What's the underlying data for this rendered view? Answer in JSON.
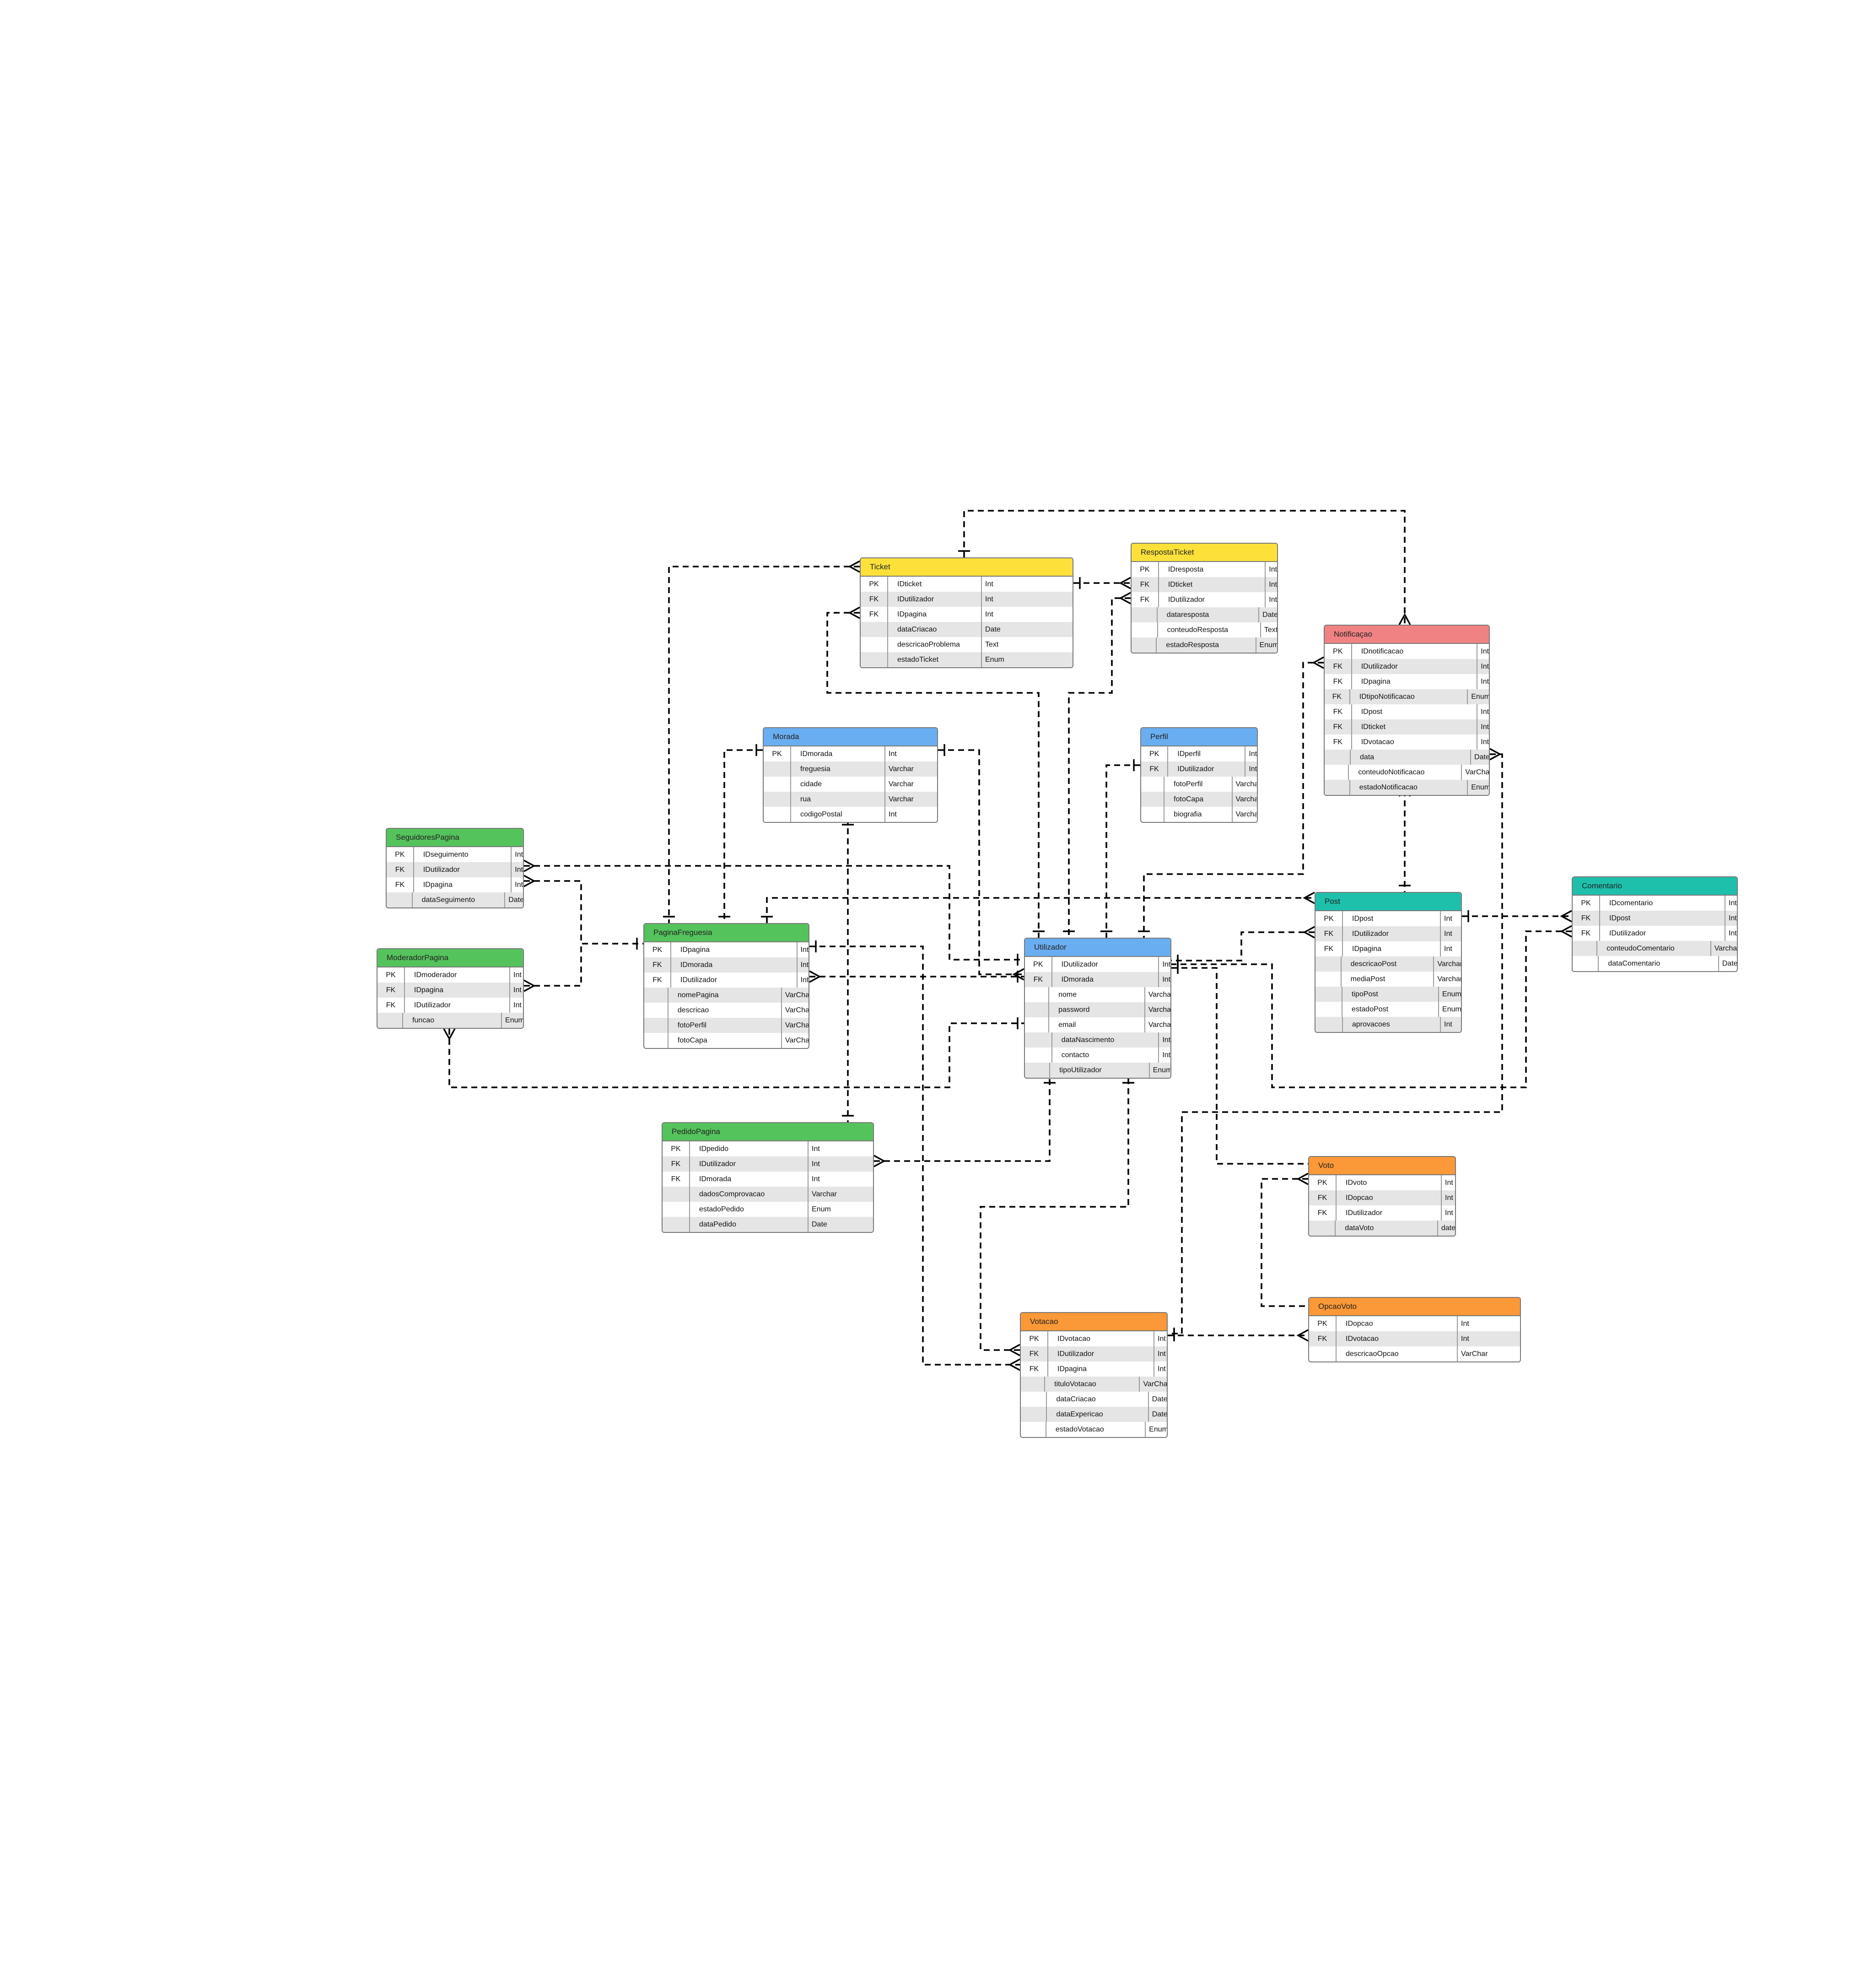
{
  "diagram": {
    "colors": {
      "yellow": "#fde13a",
      "blue": "#6aaef2",
      "green": "#55c35c",
      "red": "#f08283",
      "teal": "#1ec0ac",
      "orange": "#fb9837"
    },
    "entities": [
      {
        "id": "ticket",
        "name": "Ticket",
        "color": "yellow",
        "rows": [
          [
            "PK",
            "IDticket",
            "Int"
          ],
          [
            "FK",
            "IDutilizador",
            "Int"
          ],
          [
            "FK",
            "IDpagina",
            "Int"
          ],
          [
            "",
            "dataCriacao",
            "Date"
          ],
          [
            "",
            "descricaoProblema",
            "Text"
          ],
          [
            "",
            "estadoTicket",
            "Enum"
          ]
        ]
      },
      {
        "id": "respostaticket",
        "name": "RespostaTicket",
        "color": "yellow",
        "rows": [
          [
            "PK",
            "IDresposta",
            "Int"
          ],
          [
            "FK",
            "IDticket",
            "Int"
          ],
          [
            "FK",
            "IDutilizador",
            "Int"
          ],
          [
            "",
            "dataresposta",
            "Date"
          ],
          [
            "",
            "conteudoResposta",
            "Text"
          ],
          [
            "",
            "estadoResposta",
            "Enum"
          ]
        ]
      },
      {
        "id": "notificacao",
        "name": "Notificaçao",
        "color": "red",
        "rows": [
          [
            "PK",
            "IDnotificacao",
            "Int"
          ],
          [
            "FK",
            "IDutilizador",
            "Int"
          ],
          [
            "FK",
            "IDpagina",
            "Int"
          ],
          [
            "FK",
            "IDtipoNotificacao",
            "Enum"
          ],
          [
            "FK",
            "IDpost",
            "Int"
          ],
          [
            "FK",
            "IDticket",
            "Int"
          ],
          [
            "FK",
            "IDvotacao",
            "Int"
          ],
          [
            "",
            "data",
            "Date"
          ],
          [
            "",
            "conteudoNotificacao",
            "VarChar"
          ],
          [
            "",
            "estadoNotificacao",
            "Enum"
          ]
        ]
      },
      {
        "id": "morada",
        "name": "Morada",
        "color": "blue",
        "rows": [
          [
            "PK",
            "IDmorada",
            "Int"
          ],
          [
            "",
            "freguesia",
            "Varchar"
          ],
          [
            "",
            "cidade",
            "Varchar"
          ],
          [
            "",
            "rua",
            "Varchar"
          ],
          [
            "",
            "codigoPostal",
            "Int"
          ]
        ]
      },
      {
        "id": "perfil",
        "name": "Perfil",
        "color": "blue",
        "rows": [
          [
            "PK",
            "IDperfil",
            "Int"
          ],
          [
            "FK",
            "IDutilizador",
            "Int"
          ],
          [
            "",
            "fotoPerfil",
            "Varchar"
          ],
          [
            "",
            "fotoCapa",
            "Varchar"
          ],
          [
            "",
            "biografia",
            "Varchar"
          ]
        ]
      },
      {
        "id": "seguidorespagina",
        "name": "SeguidoresPagina",
        "color": "green",
        "rows": [
          [
            "PK",
            "IDseguimento",
            "Int"
          ],
          [
            "FK",
            "IDutilizador",
            "Int"
          ],
          [
            "FK",
            "IDpagina",
            "Int"
          ],
          [
            "",
            "dataSeguimento",
            "Date"
          ]
        ]
      },
      {
        "id": "moderadorpagina",
        "name": "ModeradorPagina",
        "color": "green",
        "rows": [
          [
            "PK",
            "IDmoderador",
            "Int"
          ],
          [
            "FK",
            "IDpagina",
            "Int"
          ],
          [
            "FK",
            "IDutilizador",
            "Int"
          ],
          [
            "",
            "funcao",
            "Enum"
          ]
        ]
      },
      {
        "id": "paginafreguesia",
        "name": "PaginaFreguesia",
        "color": "green",
        "rows": [
          [
            "PK",
            "IDpagina",
            "Int"
          ],
          [
            "FK",
            "IDmorada",
            "Int"
          ],
          [
            "FK",
            "IDutilizador",
            "Int"
          ],
          [
            "",
            "nomePagina",
            "VarChar"
          ],
          [
            "",
            "descricao",
            "VarChar"
          ],
          [
            "",
            "fotoPerfil",
            "VarChar"
          ],
          [
            "",
            "fotoCapa",
            "VarChar"
          ]
        ]
      },
      {
        "id": "utilizador",
        "name": "Utilizador",
        "color": "blue",
        "rows": [
          [
            "PK",
            "IDutilizador",
            "Int"
          ],
          [
            "FK",
            "IDmorada",
            "Int"
          ],
          [
            "",
            "nome",
            "Varchar"
          ],
          [
            "",
            "password",
            "Varchar"
          ],
          [
            "",
            "email",
            "Varchar"
          ],
          [
            "",
            "dataNascimento",
            "Int"
          ],
          [
            "",
            "contacto",
            "Int"
          ],
          [
            "",
            "tipoUtilizador",
            "Enum"
          ]
        ]
      },
      {
        "id": "post",
        "name": "Post",
        "color": "teal",
        "rows": [
          [
            "PK",
            "IDpost",
            "Int"
          ],
          [
            "FK",
            "IDutilizador",
            "Int"
          ],
          [
            "FK",
            "IDpagina",
            "Int"
          ],
          [
            "",
            "descricaoPost",
            "Varchar"
          ],
          [
            "",
            "mediaPost",
            "Varchar"
          ],
          [
            "",
            "tipoPost",
            "Enum"
          ],
          [
            "",
            "estadoPost",
            "Enum"
          ],
          [
            "",
            "aprovacoes",
            "Int"
          ]
        ]
      },
      {
        "id": "comentario",
        "name": "Comentario",
        "color": "teal",
        "rows": [
          [
            "PK",
            "IDcomentario",
            "Int"
          ],
          [
            "FK",
            "IDpost",
            "Int"
          ],
          [
            "FK",
            "IDutilizador",
            "Int"
          ],
          [
            "",
            "conteudoComentario",
            "Varchar"
          ],
          [
            "",
            "dataComentario",
            "Date"
          ]
        ]
      },
      {
        "id": "pedidopagina",
        "name": "PedidoPagina",
        "color": "green",
        "rows": [
          [
            "PK",
            "IDpedido",
            "Int"
          ],
          [
            "FK",
            "IDutilizador",
            "Int"
          ],
          [
            "FK",
            "IDmorada",
            "Int"
          ],
          [
            "",
            "dadosComprovacao",
            "Varchar"
          ],
          [
            "",
            "estadoPedido",
            "Enum"
          ],
          [
            "",
            "dataPedido",
            "Date"
          ]
        ]
      },
      {
        "id": "voto",
        "name": "Voto",
        "color": "orange",
        "rows": [
          [
            "PK",
            "IDvoto",
            "Int"
          ],
          [
            "FK",
            "IDopcao",
            "Int"
          ],
          [
            "FK",
            "IDutilizador",
            "Int"
          ],
          [
            "",
            "dataVoto",
            "date"
          ]
        ]
      },
      {
        "id": "opcaovoto",
        "name": "OpcaoVoto",
        "color": "orange",
        "rows": [
          [
            "PK",
            "IDopcao",
            "Int"
          ],
          [
            "FK",
            "IDvotacao",
            "Int"
          ],
          [
            "",
            "descricaoOpcao",
            "VarChar"
          ]
        ]
      },
      {
        "id": "votacao",
        "name": "Votacao",
        "color": "orange",
        "rows": [
          [
            "PK",
            "IDvotacao",
            "Int"
          ],
          [
            "FK",
            "IDutilizador",
            "Int"
          ],
          [
            "FK",
            "IDpagina",
            "Int"
          ],
          [
            "",
            "tituloVotacao",
            "VarChar"
          ],
          [
            "",
            "dataCriacao",
            "Date"
          ],
          [
            "",
            "dataExpericao",
            "Date"
          ],
          [
            "",
            "estadoVotacao",
            "Enum"
          ]
        ]
      }
    ]
  }
}
